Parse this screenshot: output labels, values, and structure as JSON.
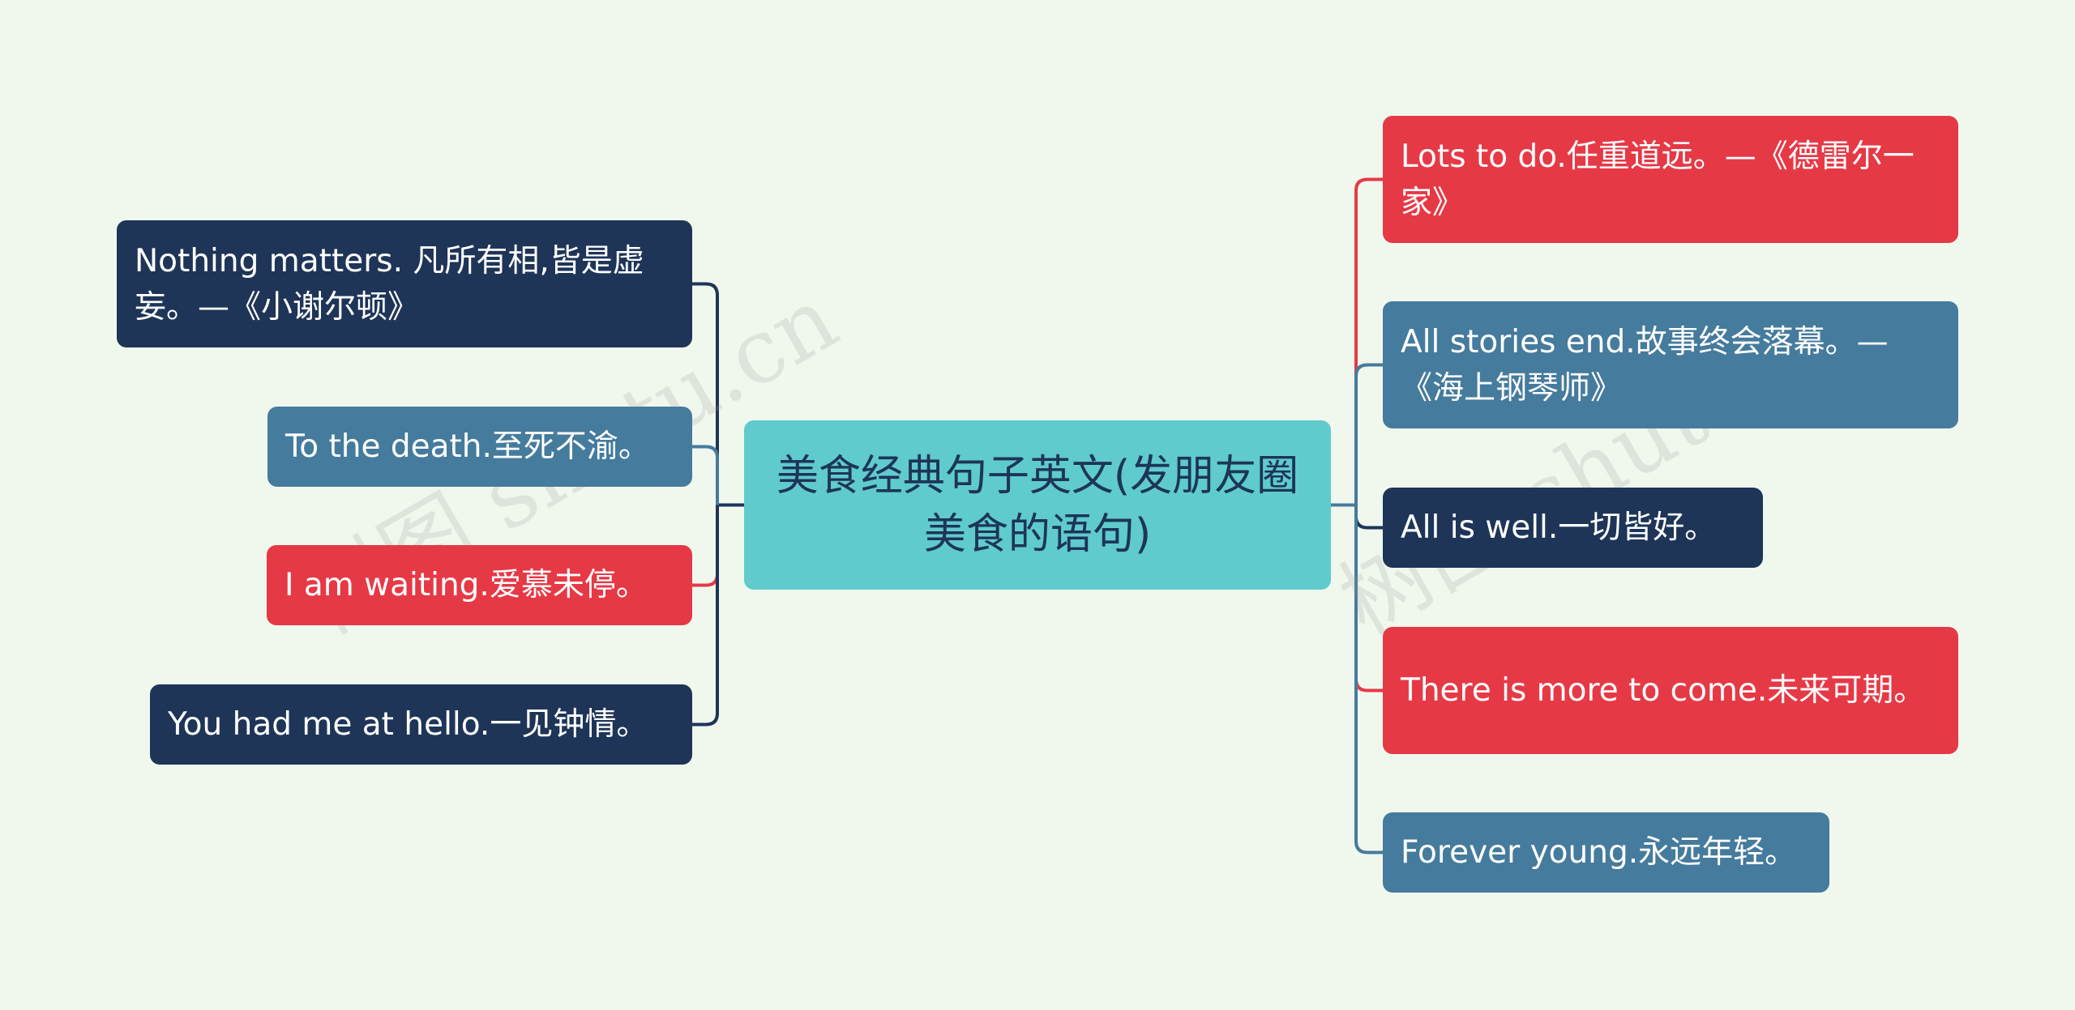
{
  "colors": {
    "background": "#f0f8ee",
    "navy": "#1e3558",
    "steel": "#457b9d",
    "red": "#e63946",
    "teal": "#5fcbcd",
    "root_text": "#1d3557"
  },
  "root": {
    "text": "美食经典句子英文(发朋友圈美食的语句)"
  },
  "left_branches": [
    {
      "text": "Nothing matters. 凡所有相,皆是虚妄。—《小谢尔顿》",
      "color": "navy"
    },
    {
      "text": "To the death.至死不渝。",
      "color": "steel"
    },
    {
      "text": "I am waiting.爱慕未停。",
      "color": "red"
    },
    {
      "text": "You had me at hello.一见钟情。",
      "color": "navy"
    }
  ],
  "right_branches": [
    {
      "text": "Lots to do.任重道远。—《德雷尔一家》",
      "color": "red"
    },
    {
      "text": "All stories end.故事终会落幕。—《海上钢琴师》",
      "color": "steel"
    },
    {
      "text": "All is well.一切皆好。",
      "color": "navy"
    },
    {
      "text": "There is more to come.未来可期。",
      "color": "red"
    },
    {
      "text": "Forever young.永远年轻。",
      "color": "steel"
    }
  ],
  "watermark": {
    "text_left": "树图 shutu.cn",
    "text_right": "树图 shutu.cn"
  }
}
